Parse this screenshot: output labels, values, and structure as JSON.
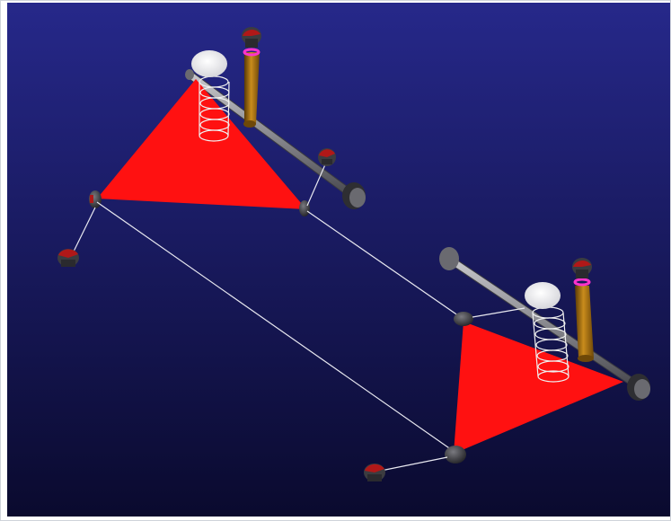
{
  "viewport": {
    "background_top": "#26288a",
    "background_bottom": "#0a0a2e"
  },
  "colors": {
    "control_arm": "#ff1111",
    "ball_joint": "#3c3c40",
    "tie_rod_marker": "#b01818",
    "spring_cap": "#f4f4f4",
    "spring_coil": "#f0f0f0",
    "damper": "#a8700f",
    "damper_ring": "#ff33cc",
    "rod": "#8a8a90",
    "link_line": "#e8e8f0"
  },
  "model": {
    "assemblies": [
      "front-left-corner",
      "front-right-corner"
    ],
    "components": [
      "control-arm",
      "coil-spring",
      "damper",
      "anti-roll-bar-link",
      "tie-rod-end",
      "ball-joint"
    ]
  }
}
